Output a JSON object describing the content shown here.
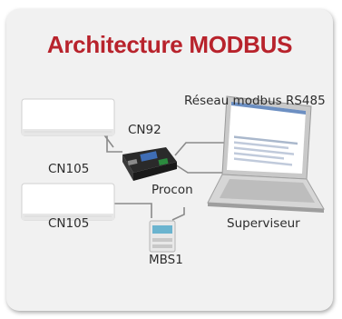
{
  "title": "Architecture MODBUS",
  "colors": {
    "title": "#b8232c",
    "card": "#f1f1f1",
    "line": "#8a8a8a"
  },
  "labels": {
    "network": "Réseau modbus RS485",
    "cn92": "CN92",
    "cn105_top": "CN105",
    "cn105_bottom": "CN105",
    "procon": "Procon",
    "supervisor": "Superviseur",
    "mbs1": "MBS1"
  },
  "devices": {
    "indoor_unit_top": "air-conditioner-indoor-unit",
    "indoor_unit_bottom": "air-conditioner-indoor-unit",
    "procon_board": "procon-interface-board",
    "mbs1_module": "mbs1-din-module",
    "laptop": "laptop-supervisor"
  }
}
